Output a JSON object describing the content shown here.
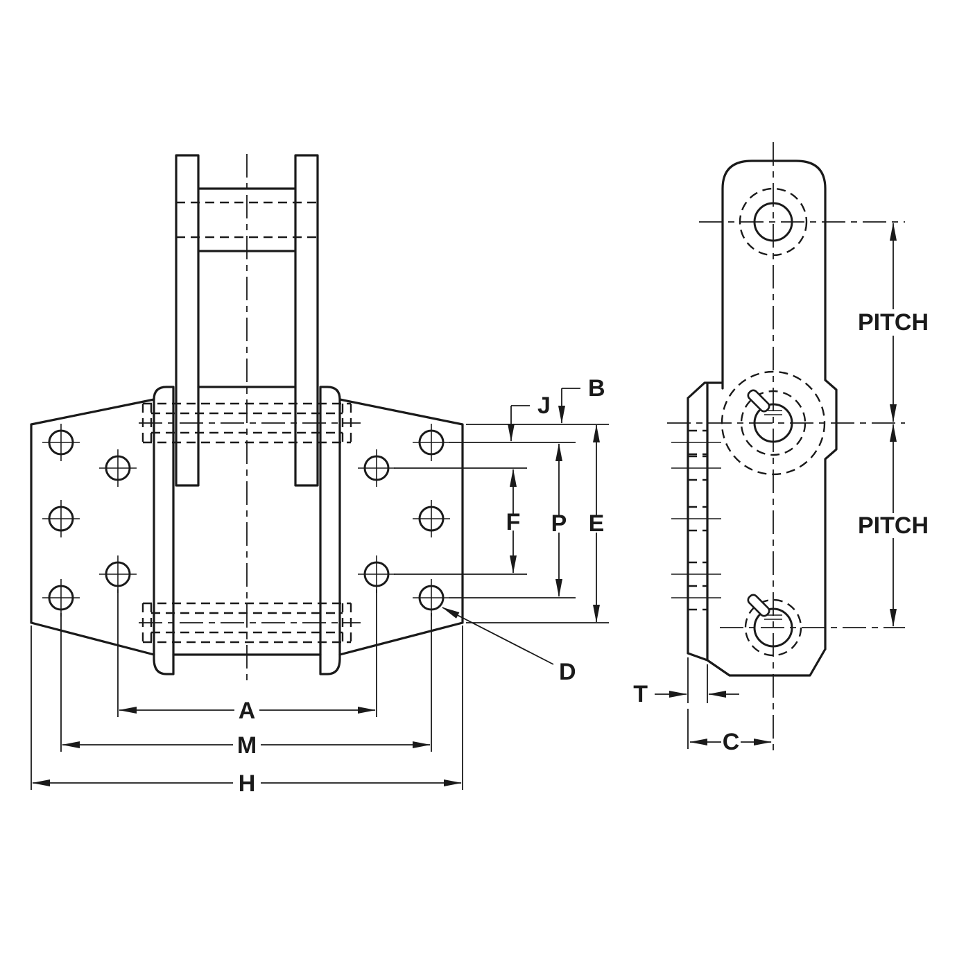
{
  "meta": {
    "colors": {
      "ink": "#1a1a1a",
      "background": "#ffffff"
    }
  },
  "front_view": {
    "dims": {
      "j": "J",
      "b": "B",
      "f": "F",
      "p": "P",
      "e": "E",
      "d": "D",
      "a": "A",
      "m": "M",
      "h": "H"
    }
  },
  "side_view": {
    "dims": {
      "pitch_upper": "PITCH",
      "pitch_lower": "PITCH",
      "t": "T",
      "c": "C"
    }
  }
}
